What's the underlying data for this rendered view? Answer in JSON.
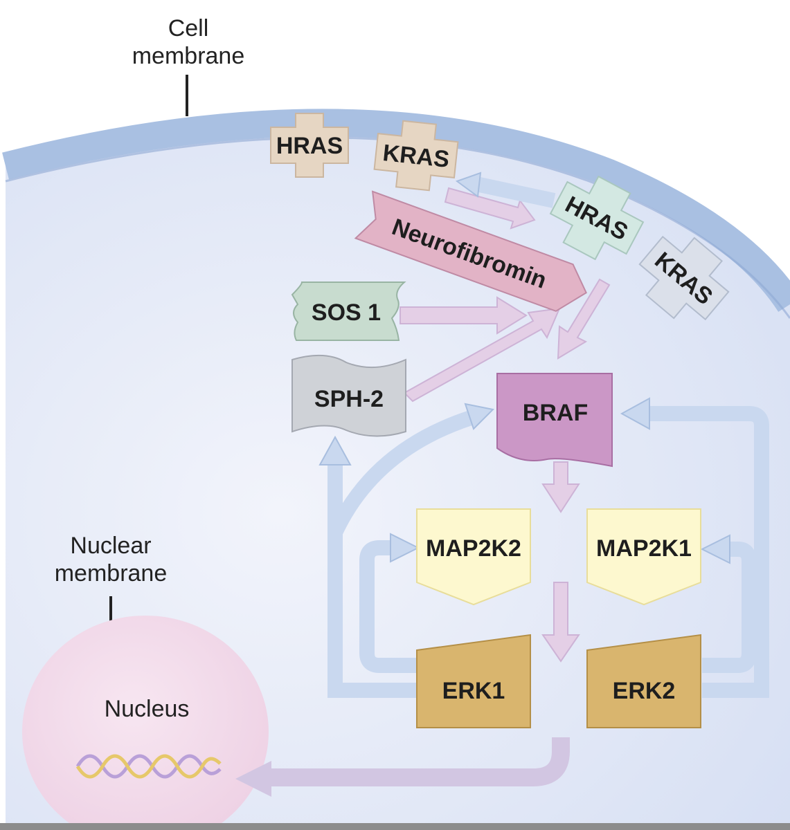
{
  "labels": {
    "cell_membrane_line1": "Cell",
    "cell_membrane_line2": "membrane",
    "nuclear_membrane_line1": "Nuclear",
    "nuclear_membrane_line2": "membrane",
    "nucleus": "Nucleus"
  },
  "nodes": {
    "hras_membrane": "HRAS",
    "kras_membrane": "KRAS",
    "hras_active": "HRAS",
    "kras_active": "KRAS",
    "neurofibromin": "Neurofibromin",
    "sos1": "SOS 1",
    "sph2": "SPH-2",
    "braf": "BRAF",
    "map2k2": "MAP2K2",
    "map2k1": "MAP2K1",
    "erk1": "ERK1",
    "erk2": "ERK2"
  },
  "colors": {
    "cytoplasm": "#dfe6f7",
    "membrane": "#a9c0e2",
    "ras_inactive": "#e6d6c3",
    "hras_active": "#d3e8e2",
    "kras_active": "#dbe0ea",
    "neurofibromin": "#e2b3c6",
    "sos1": "#c8dccf",
    "sph2": "#cfd2d7",
    "braf": "#cb97c6",
    "map2k": "#fdf8cf",
    "erk": "#d9b56e",
    "nucleus": "#f0d5e8",
    "arrow_pink": "#e4cfe6",
    "arrow_blue": "#c9d8ef"
  }
}
